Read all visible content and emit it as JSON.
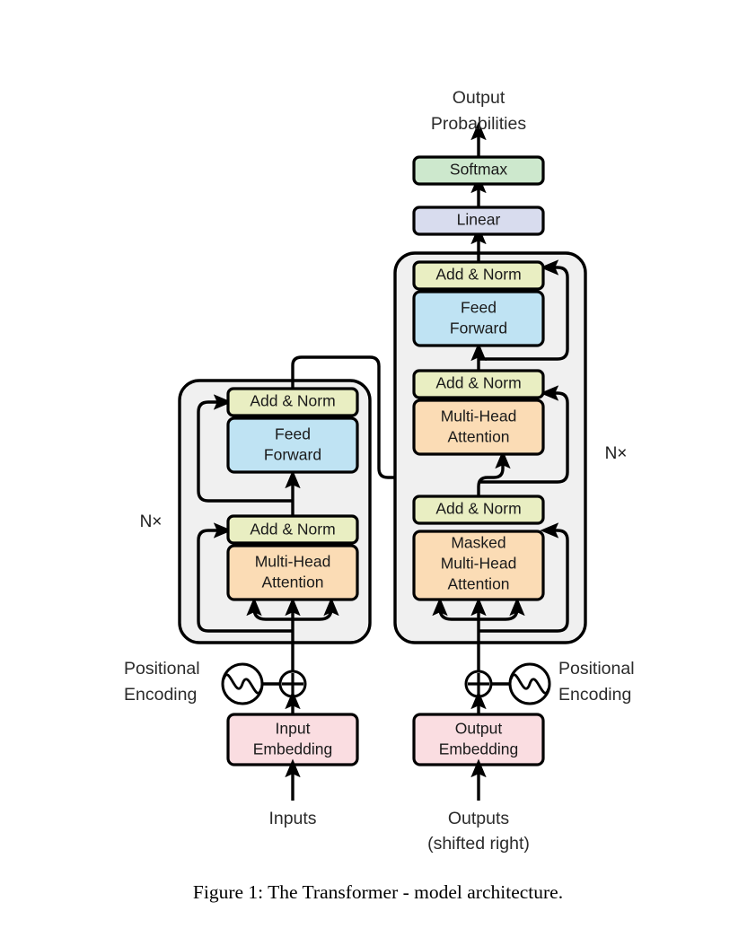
{
  "figure": {
    "caption": "Figure 1: The Transformer - model architecture.",
    "background": "#ffffff"
  },
  "colors": {
    "add_norm": "#e9eec2",
    "feed_forward": "#bfe3f3",
    "attention": "#fbdcb5",
    "embedding": "#fadde1",
    "linear": "#d8dcee",
    "softmax": "#cde8cd",
    "stack_container": "#f0f0f0",
    "outline": "#000000",
    "text": "#1a1a1a"
  },
  "top": {
    "output_label_line1": "Output",
    "output_label_line2": "Probabilities",
    "softmax": "Softmax",
    "linear": "Linear"
  },
  "encoder": {
    "repeat_label": "N×",
    "blocks": [
      {
        "name": "add-norm-2",
        "label": "Add & Norm"
      },
      {
        "name": "feed-forward",
        "label_line1": "Feed",
        "label_line2": "Forward"
      },
      {
        "name": "add-norm-1",
        "label": "Add & Norm"
      },
      {
        "name": "multi-head-attention",
        "label_line1": "Multi-Head",
        "label_line2": "Attention"
      }
    ],
    "positional_encoding_line1": "Positional",
    "positional_encoding_line2": "Encoding",
    "embedding_line1": "Input",
    "embedding_line2": "Embedding",
    "io_label": "Inputs"
  },
  "decoder": {
    "repeat_label": "N×",
    "blocks": [
      {
        "name": "add-norm-3",
        "label": "Add & Norm"
      },
      {
        "name": "feed-forward",
        "label_line1": "Feed",
        "label_line2": "Forward"
      },
      {
        "name": "add-norm-2",
        "label": "Add & Norm"
      },
      {
        "name": "cross-multi-head-attention",
        "label_line1": "Multi-Head",
        "label_line2": "Attention"
      },
      {
        "name": "add-norm-1",
        "label": "Add & Norm"
      },
      {
        "name": "masked-multi-head-attention",
        "label_line1": "Masked",
        "label_line2": "Multi-Head",
        "label_line3": "Attention"
      }
    ],
    "positional_encoding_line1": "Positional",
    "positional_encoding_line2": "Encoding",
    "embedding_line1": "Output",
    "embedding_line2": "Embedding",
    "io_label_line1": "Outputs",
    "io_label_line2": "(shifted right)"
  },
  "symbols": {
    "sum_operator": "⊕",
    "sine_wave": "positional-sine-wave"
  }
}
